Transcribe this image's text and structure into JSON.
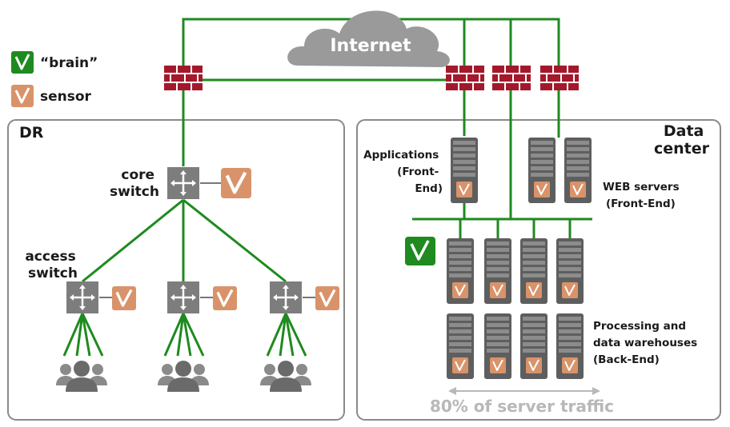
{
  "colors": {
    "link": "#1f8a1f",
    "brain": "#1f8a1f",
    "sensor": "#d9936a",
    "firewall": "#a3192b",
    "server": "#5e5e5e",
    "switch": "#7d7d7d",
    "zone_border": "#8a8a8a",
    "cloud": "#9a9a9a",
    "traffic": "#b8b8b8"
  },
  "legend": {
    "brain_label": "“brain”",
    "sensor_label": "sensor",
    "brain_icon": "check-logo-icon",
    "sensor_icon": "check-logo-icon"
  },
  "internet": {
    "label": "Internet",
    "icon": "cloud-icon"
  },
  "zones": {
    "dr": {
      "title": "DR"
    },
    "datacenter": {
      "title_line1": "Data",
      "title_line2": "center"
    }
  },
  "dr": {
    "core_switch": {
      "line1": "core",
      "line2": "switch"
    },
    "access_switch": {
      "line1": "access",
      "line2": "switch"
    }
  },
  "datacenter": {
    "applications": {
      "line1": "Applications",
      "line2": "(Front-",
      "line3": "End)"
    },
    "web_servers": {
      "line1": "WEB servers",
      "line2": "(Front-End)"
    },
    "processing": {
      "line1": "Processing and",
      "line2": "data warehouses",
      "line3": "(Back-End)"
    },
    "traffic_label": "80% of server traffic"
  }
}
